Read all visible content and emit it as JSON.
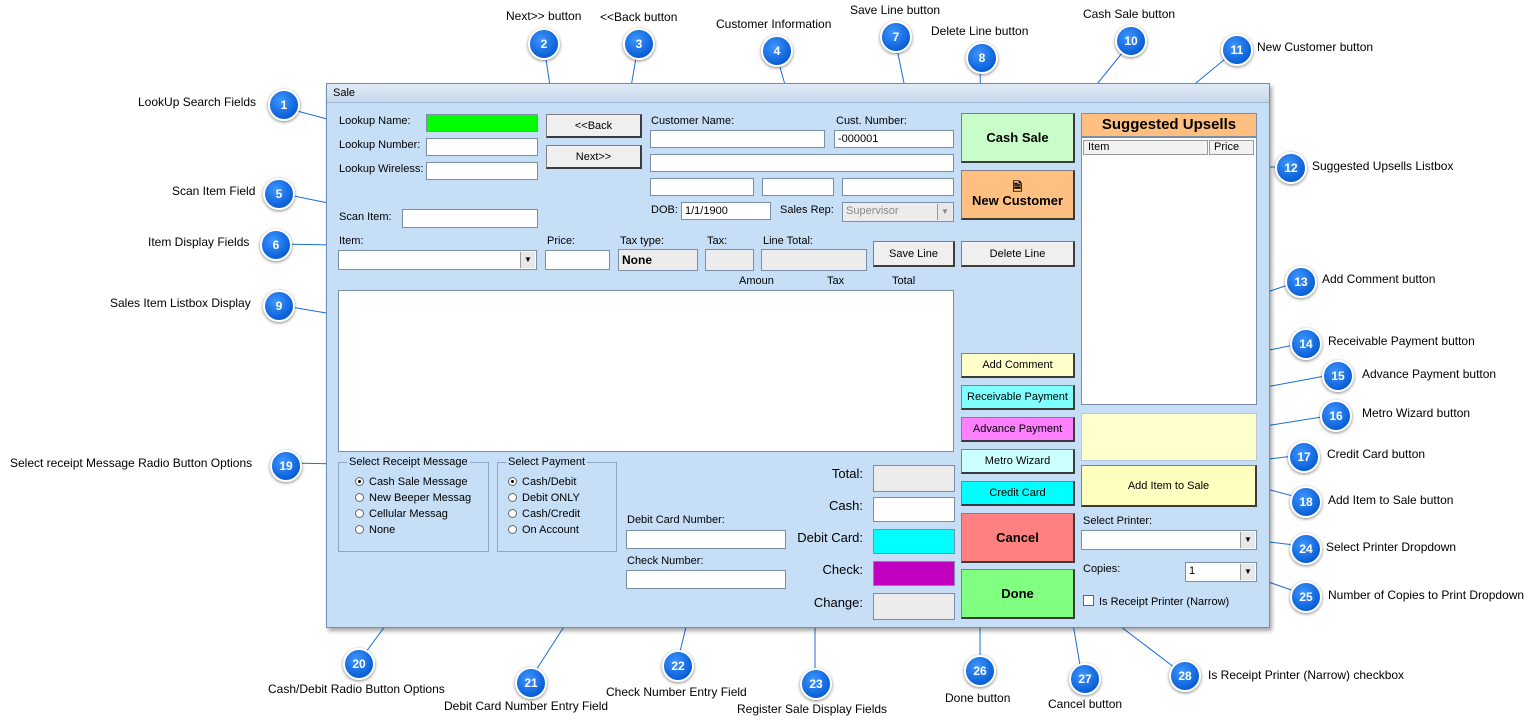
{
  "window": {
    "title": "Sale"
  },
  "lookup": {
    "name_label": "Lookup Name:",
    "number_label": "Lookup Number:",
    "wireless_label": "Lookup Wireless:",
    "name_color": "#00ff00"
  },
  "nav": {
    "back_label": "<<Back",
    "next_label": "Next>>"
  },
  "customer": {
    "name_label": "Customer Name:",
    "number_label": "Cust. Number:",
    "number_value": "-000001",
    "dob_label": "DOB:",
    "dob_value": "1/1/1900",
    "rep_label": "Sales Rep:",
    "rep_value": "Supervisor"
  },
  "scan": {
    "label": "Scan Item:"
  },
  "item": {
    "item_label": "Item:",
    "price_label": "Price:",
    "taxtype_label": "Tax type:",
    "taxtype_value": "None",
    "tax_label": "Tax:",
    "linetotal_label": "Line Total:"
  },
  "list_headers": {
    "amount": "Amoun",
    "tax": "Tax",
    "total": "Total"
  },
  "buttons": {
    "save_line": "Save Line",
    "delete_line": "Delete Line",
    "cash_sale": "Cash Sale",
    "new_customer": "New Customer",
    "add_comment": "Add Comment",
    "receivable_payment": "Receivable Payment",
    "advance_payment": "Advance Payment",
    "metro_wizard": "Metro Wizard",
    "credit_card": "Credit Card",
    "add_item_to_sale": "Add Item to Sale",
    "cancel": "Cancel",
    "done": "Done"
  },
  "upsells": {
    "title": "Suggested Upsells",
    "col_item": "Item",
    "col_price": "Price"
  },
  "receipt_message": {
    "title": "Select Receipt Message",
    "options": [
      "Cash Sale Message",
      "New Beeper Messag",
      "Cellular Messag",
      "None"
    ],
    "selected": "Cash Sale Message"
  },
  "payment": {
    "title": "Select Payment",
    "options": [
      "Cash/Debit",
      "Debit ONLY",
      "Cash/Credit",
      "On Account"
    ],
    "selected": "Cash/Debit"
  },
  "entry": {
    "debit_label": "Debit Card Number:",
    "check_label": "Check Number:"
  },
  "totals": {
    "total": "Total:",
    "cash": "Cash:",
    "debit": "Debit Card:",
    "check": "Check:",
    "change": "Change:"
  },
  "printer": {
    "select_label": "Select Printer:",
    "copies_label": "Copies:",
    "copies_value": "1",
    "narrow_label": "Is Receipt Printer (Narrow)"
  },
  "colors": {
    "cash_sale": "#c8fcc8",
    "new_customer": "#ffbf80",
    "add_comment": "#ffffcc",
    "receivable": "#80ffff",
    "advance": "#ff80ff",
    "metro": "#ccffff",
    "credit": "#00ffff",
    "add_item": "#ffffc0",
    "cancel": "#ff8080",
    "done": "#80ff80",
    "debit_field": "#00ffff",
    "check_field": "#c000c0",
    "upsell_header": "#ffbf80"
  },
  "callouts": [
    {
      "n": "1",
      "text": "LookUp Search Fields"
    },
    {
      "n": "2",
      "text": "Next>> button"
    },
    {
      "n": "3",
      "text": "<<Back button"
    },
    {
      "n": "4",
      "text": "Customer Information"
    },
    {
      "n": "5",
      "text": "Scan Item Field"
    },
    {
      "n": "6",
      "text": "Item Display Fields"
    },
    {
      "n": "7",
      "text": "Save Line button"
    },
    {
      "n": "8",
      "text": "Delete Line button"
    },
    {
      "n": "9",
      "text": "Sales Item Listbox Display"
    },
    {
      "n": "10",
      "text": "Cash Sale button"
    },
    {
      "n": "11",
      "text": "New Customer button"
    },
    {
      "n": "12",
      "text": "Suggested Upsells Listbox"
    },
    {
      "n": "13",
      "text": "Add Comment button"
    },
    {
      "n": "14",
      "text": "Receivable Payment button"
    },
    {
      "n": "15",
      "text": "Advance Payment button"
    },
    {
      "n": "16",
      "text": "Metro Wizard button"
    },
    {
      "n": "17",
      "text": "Credit Card button"
    },
    {
      "n": "18",
      "text": "Add Item to Sale button"
    },
    {
      "n": "19",
      "text": "Select receipt Message Radio Button Options"
    },
    {
      "n": "20",
      "text": "Cash/Debit Radio Button Options"
    },
    {
      "n": "21",
      "text": "Debit Card Number Entry Field"
    },
    {
      "n": "22",
      "text": "Check Number Entry Field"
    },
    {
      "n": "23",
      "text": "Register Sale Display Fields"
    },
    {
      "n": "24",
      "text": "Select Printer Dropdown"
    },
    {
      "n": "25",
      "text": "Number of Copies to Print Dropdown"
    },
    {
      "n": "26",
      "text": "Done button"
    },
    {
      "n": "27",
      "text": "Cancel button"
    },
    {
      "n": "28",
      "text": "Is Receipt Printer (Narrow) checkbox"
    }
  ]
}
